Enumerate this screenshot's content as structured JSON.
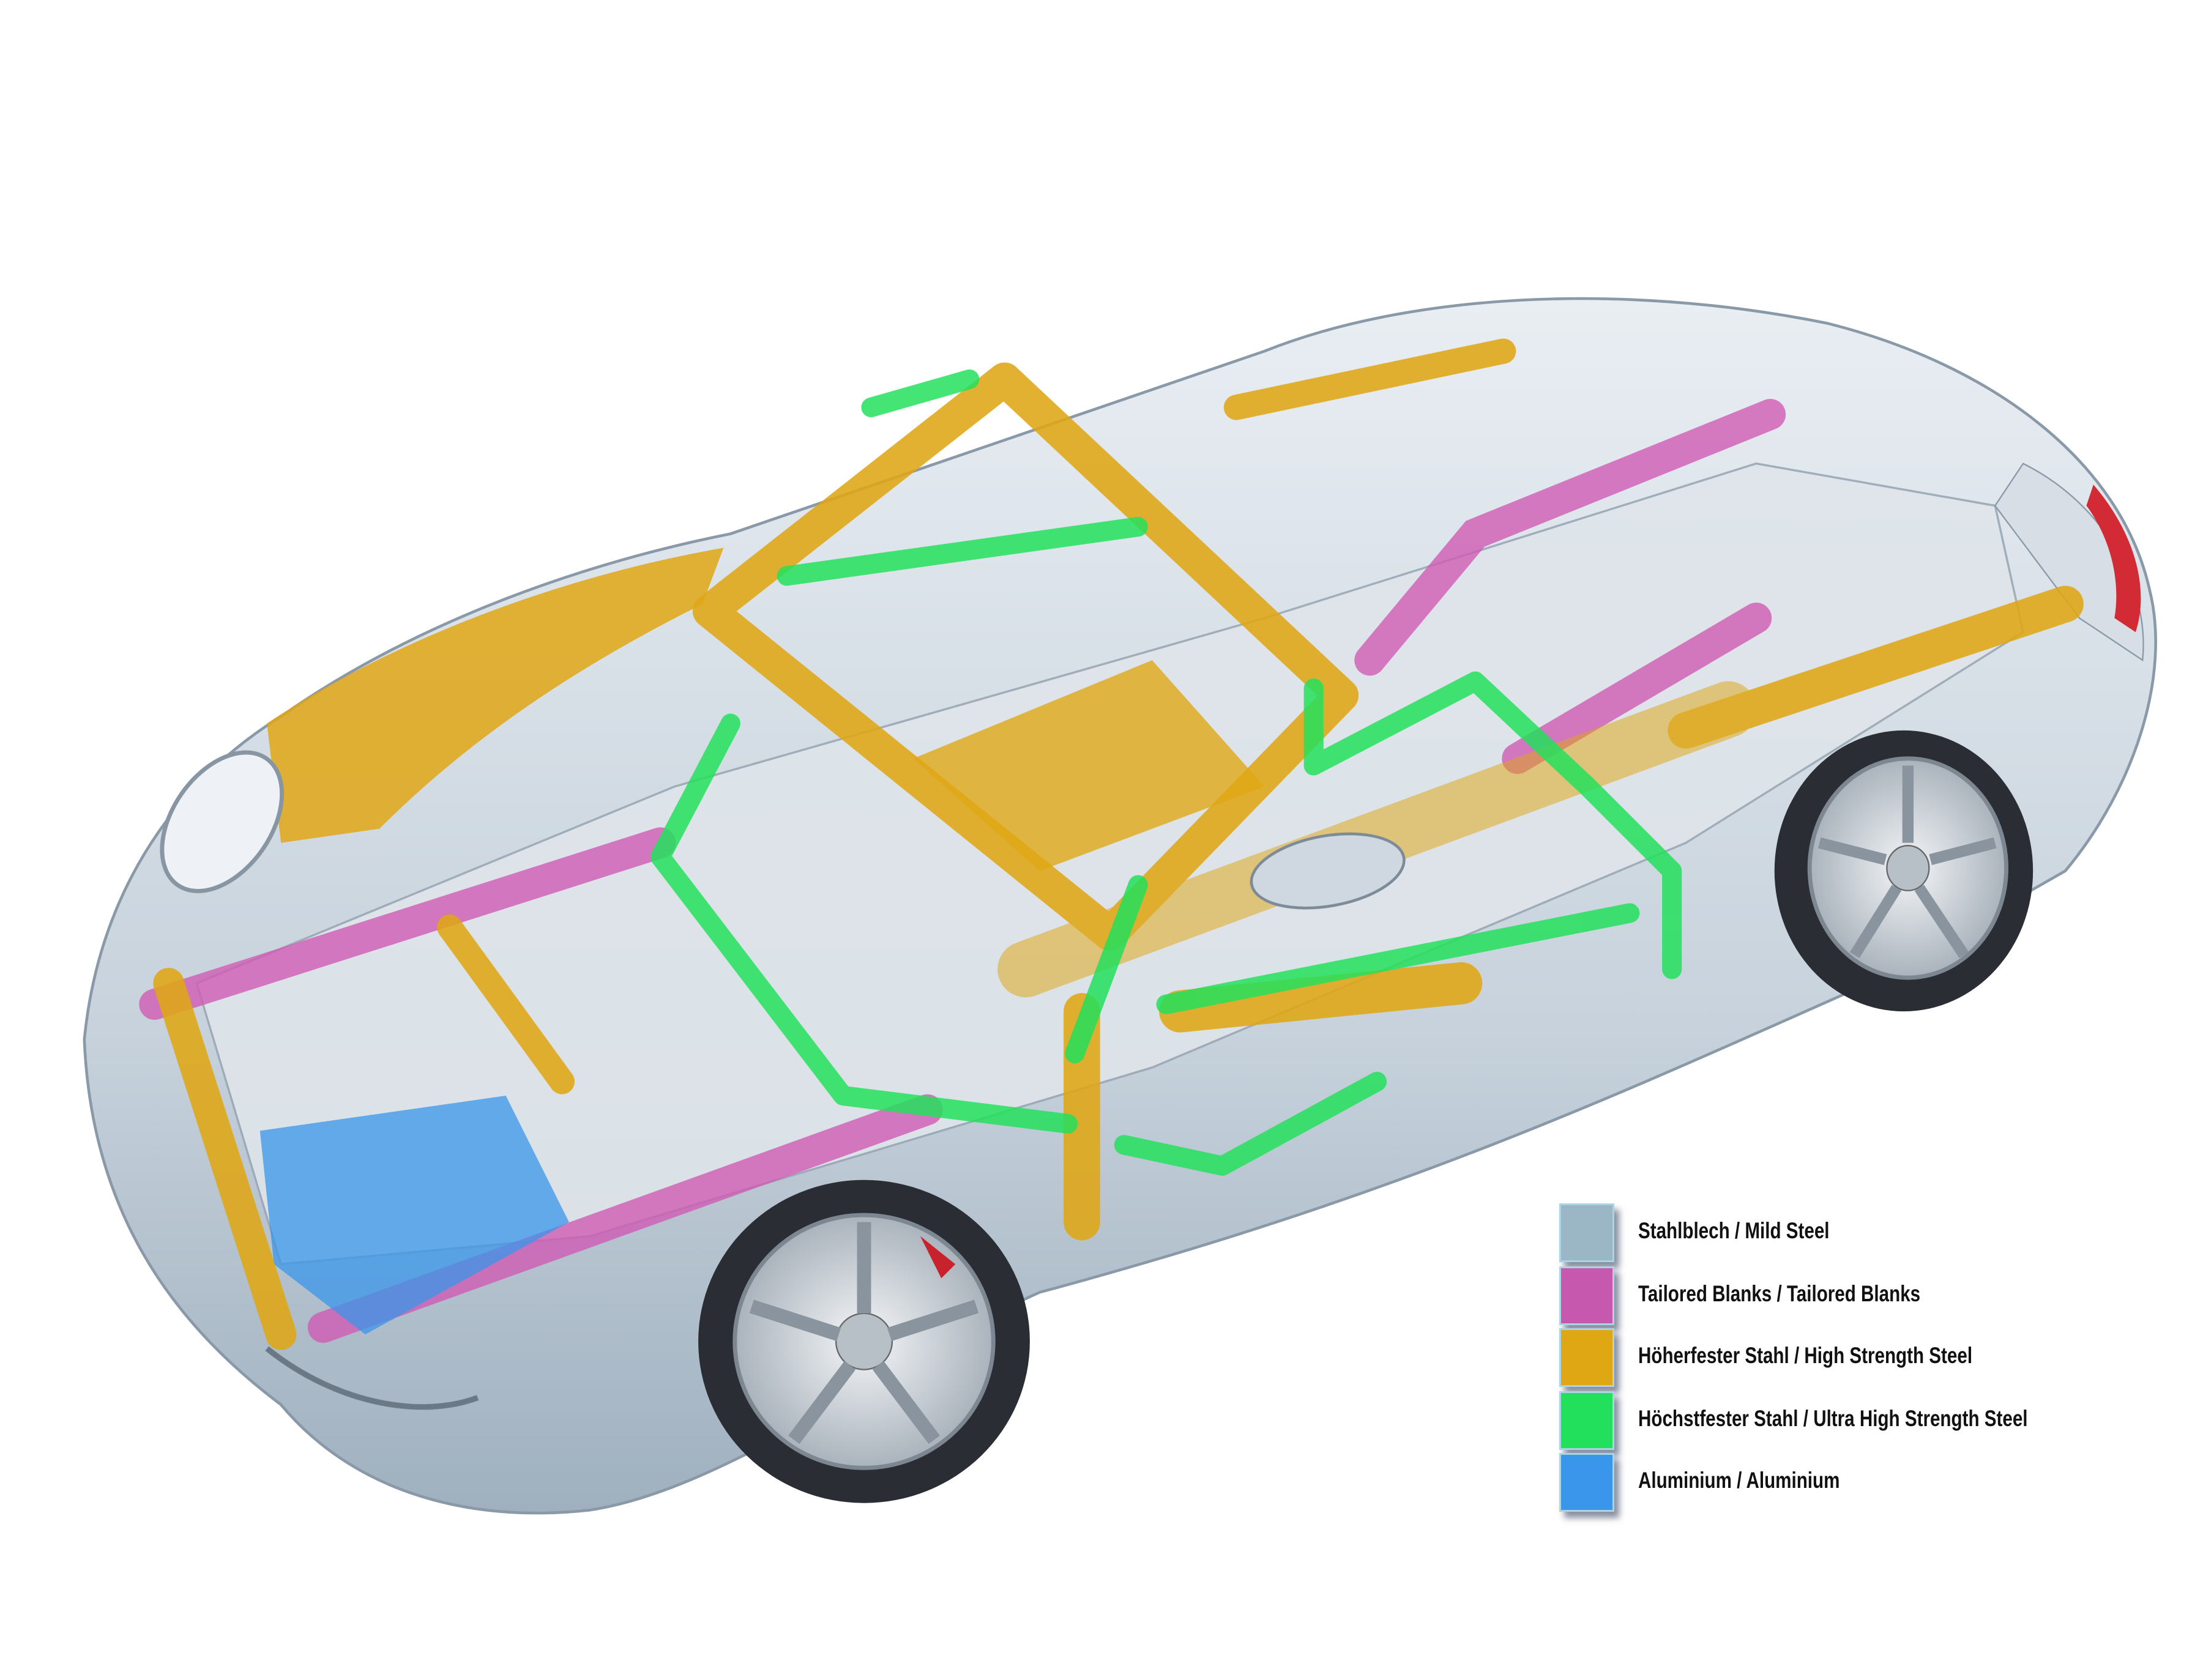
{
  "legend": {
    "items": [
      {
        "label": "Stahlblech / Mild Steel",
        "color": "#9bb7c6"
      },
      {
        "label": "Tailored Blanks / Tailored Blanks",
        "color": "#c659ad"
      },
      {
        "label": "Höherfester Stahl / High Strength Steel",
        "color": "#e0a715"
      },
      {
        "label": "Höchstfester Stahl / Ultra High Strength Steel",
        "color": "#23e05c"
      },
      {
        "label": "Aluminium / Aluminium",
        "color": "#3a96ea"
      }
    ]
  },
  "colors": {
    "body": "#c9d4de",
    "mild_steel": "#9bb7c6",
    "tailored": "#d05bb4",
    "high_strength": "#e0a715",
    "ultra_high_strength": "#23e05c",
    "aluminium": "#3a96ea",
    "tire": "#2a2d33",
    "rim": "#d9dde2"
  }
}
